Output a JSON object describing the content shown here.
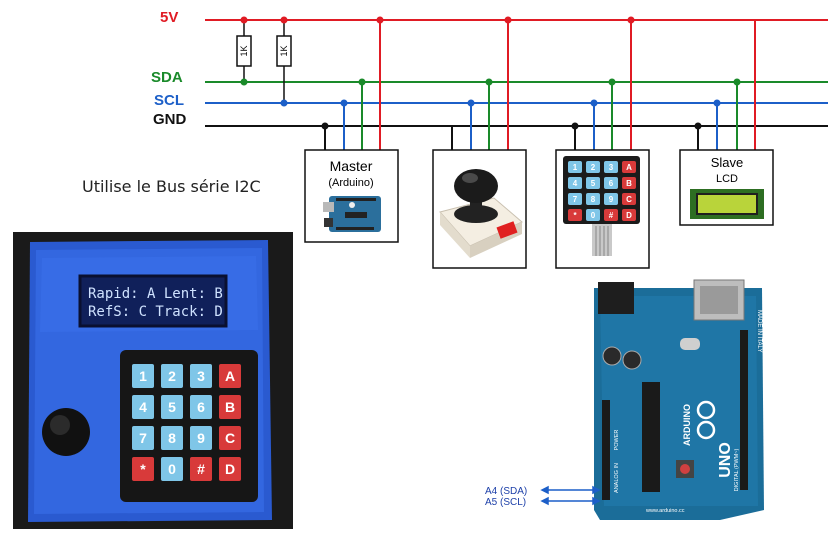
{
  "buses": {
    "v5": {
      "label": "5V",
      "color": "#e01b24"
    },
    "sda": {
      "label": "SDA",
      "color": "#1a8a2a"
    },
    "scl": {
      "label": "SCL",
      "color": "#1c5fc8"
    },
    "gnd": {
      "label": "GND",
      "color": "#111111"
    }
  },
  "resistors": [
    {
      "label": "1K"
    },
    {
      "label": "1K"
    }
  ],
  "modules": {
    "master": {
      "title": "Master",
      "subtitle": "(Arduino)"
    },
    "slave": {
      "title": "Slave",
      "subtitle": "LCD"
    }
  },
  "keypad_keys": [
    "1",
    "2",
    "3",
    "A",
    "4",
    "5",
    "6",
    "B",
    "7",
    "8",
    "9",
    "C",
    "*",
    "0",
    "#",
    "D"
  ],
  "caption": "Utilise le Bus série I2C",
  "device_lcd": {
    "line1": "Rapid: A Lent: B",
    "line2": "RefS: C Track: D"
  },
  "arduino": {
    "pin_a4": "A4 (SDA)",
    "pin_a5": "A5 (SCL)",
    "brand": "ARDUINO",
    "model": "UNO",
    "made_in": "MADE IN ITALY",
    "digital": "DIGITAL (PWM~)",
    "power": "POWER",
    "analog": "ANALOG IN",
    "website": "www.arduino.cc"
  }
}
